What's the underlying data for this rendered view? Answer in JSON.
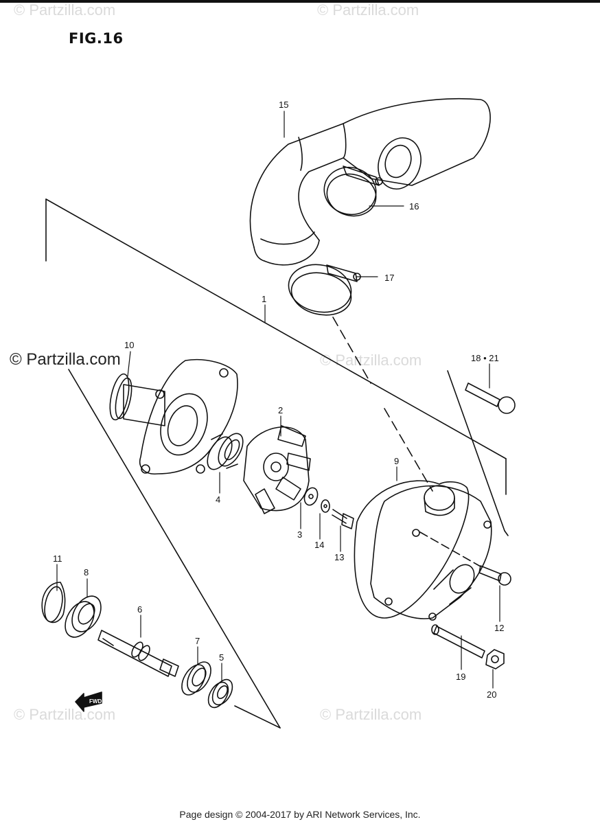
{
  "figure": {
    "title": "FIG.16"
  },
  "watermarks": {
    "main": "© Partzilla.com",
    "faint": "© Partzilla.com"
  },
  "callouts": [
    {
      "id": "15",
      "text": "15"
    },
    {
      "id": "16",
      "text": "16"
    },
    {
      "id": "17",
      "text": "17"
    },
    {
      "id": "1",
      "text": "1"
    },
    {
      "id": "10",
      "text": "10"
    },
    {
      "id": "18-21",
      "text": "18 • 21"
    },
    {
      "id": "2",
      "text": "2"
    },
    {
      "id": "4",
      "text": "4"
    },
    {
      "id": "9",
      "text": "9"
    },
    {
      "id": "3",
      "text": "3"
    },
    {
      "id": "14",
      "text": "14"
    },
    {
      "id": "13",
      "text": "13"
    },
    {
      "id": "11",
      "text": "11"
    },
    {
      "id": "8",
      "text": "8"
    },
    {
      "id": "6",
      "text": "6"
    },
    {
      "id": "7",
      "text": "7"
    },
    {
      "id": "5",
      "text": "5"
    },
    {
      "id": "12",
      "text": "12"
    },
    {
      "id": "19",
      "text": "19"
    },
    {
      "id": "20",
      "text": "20"
    }
  ],
  "fwd_badge": "FWD",
  "footer": "Page design © 2004-2017 by ARI Network Services, Inc."
}
